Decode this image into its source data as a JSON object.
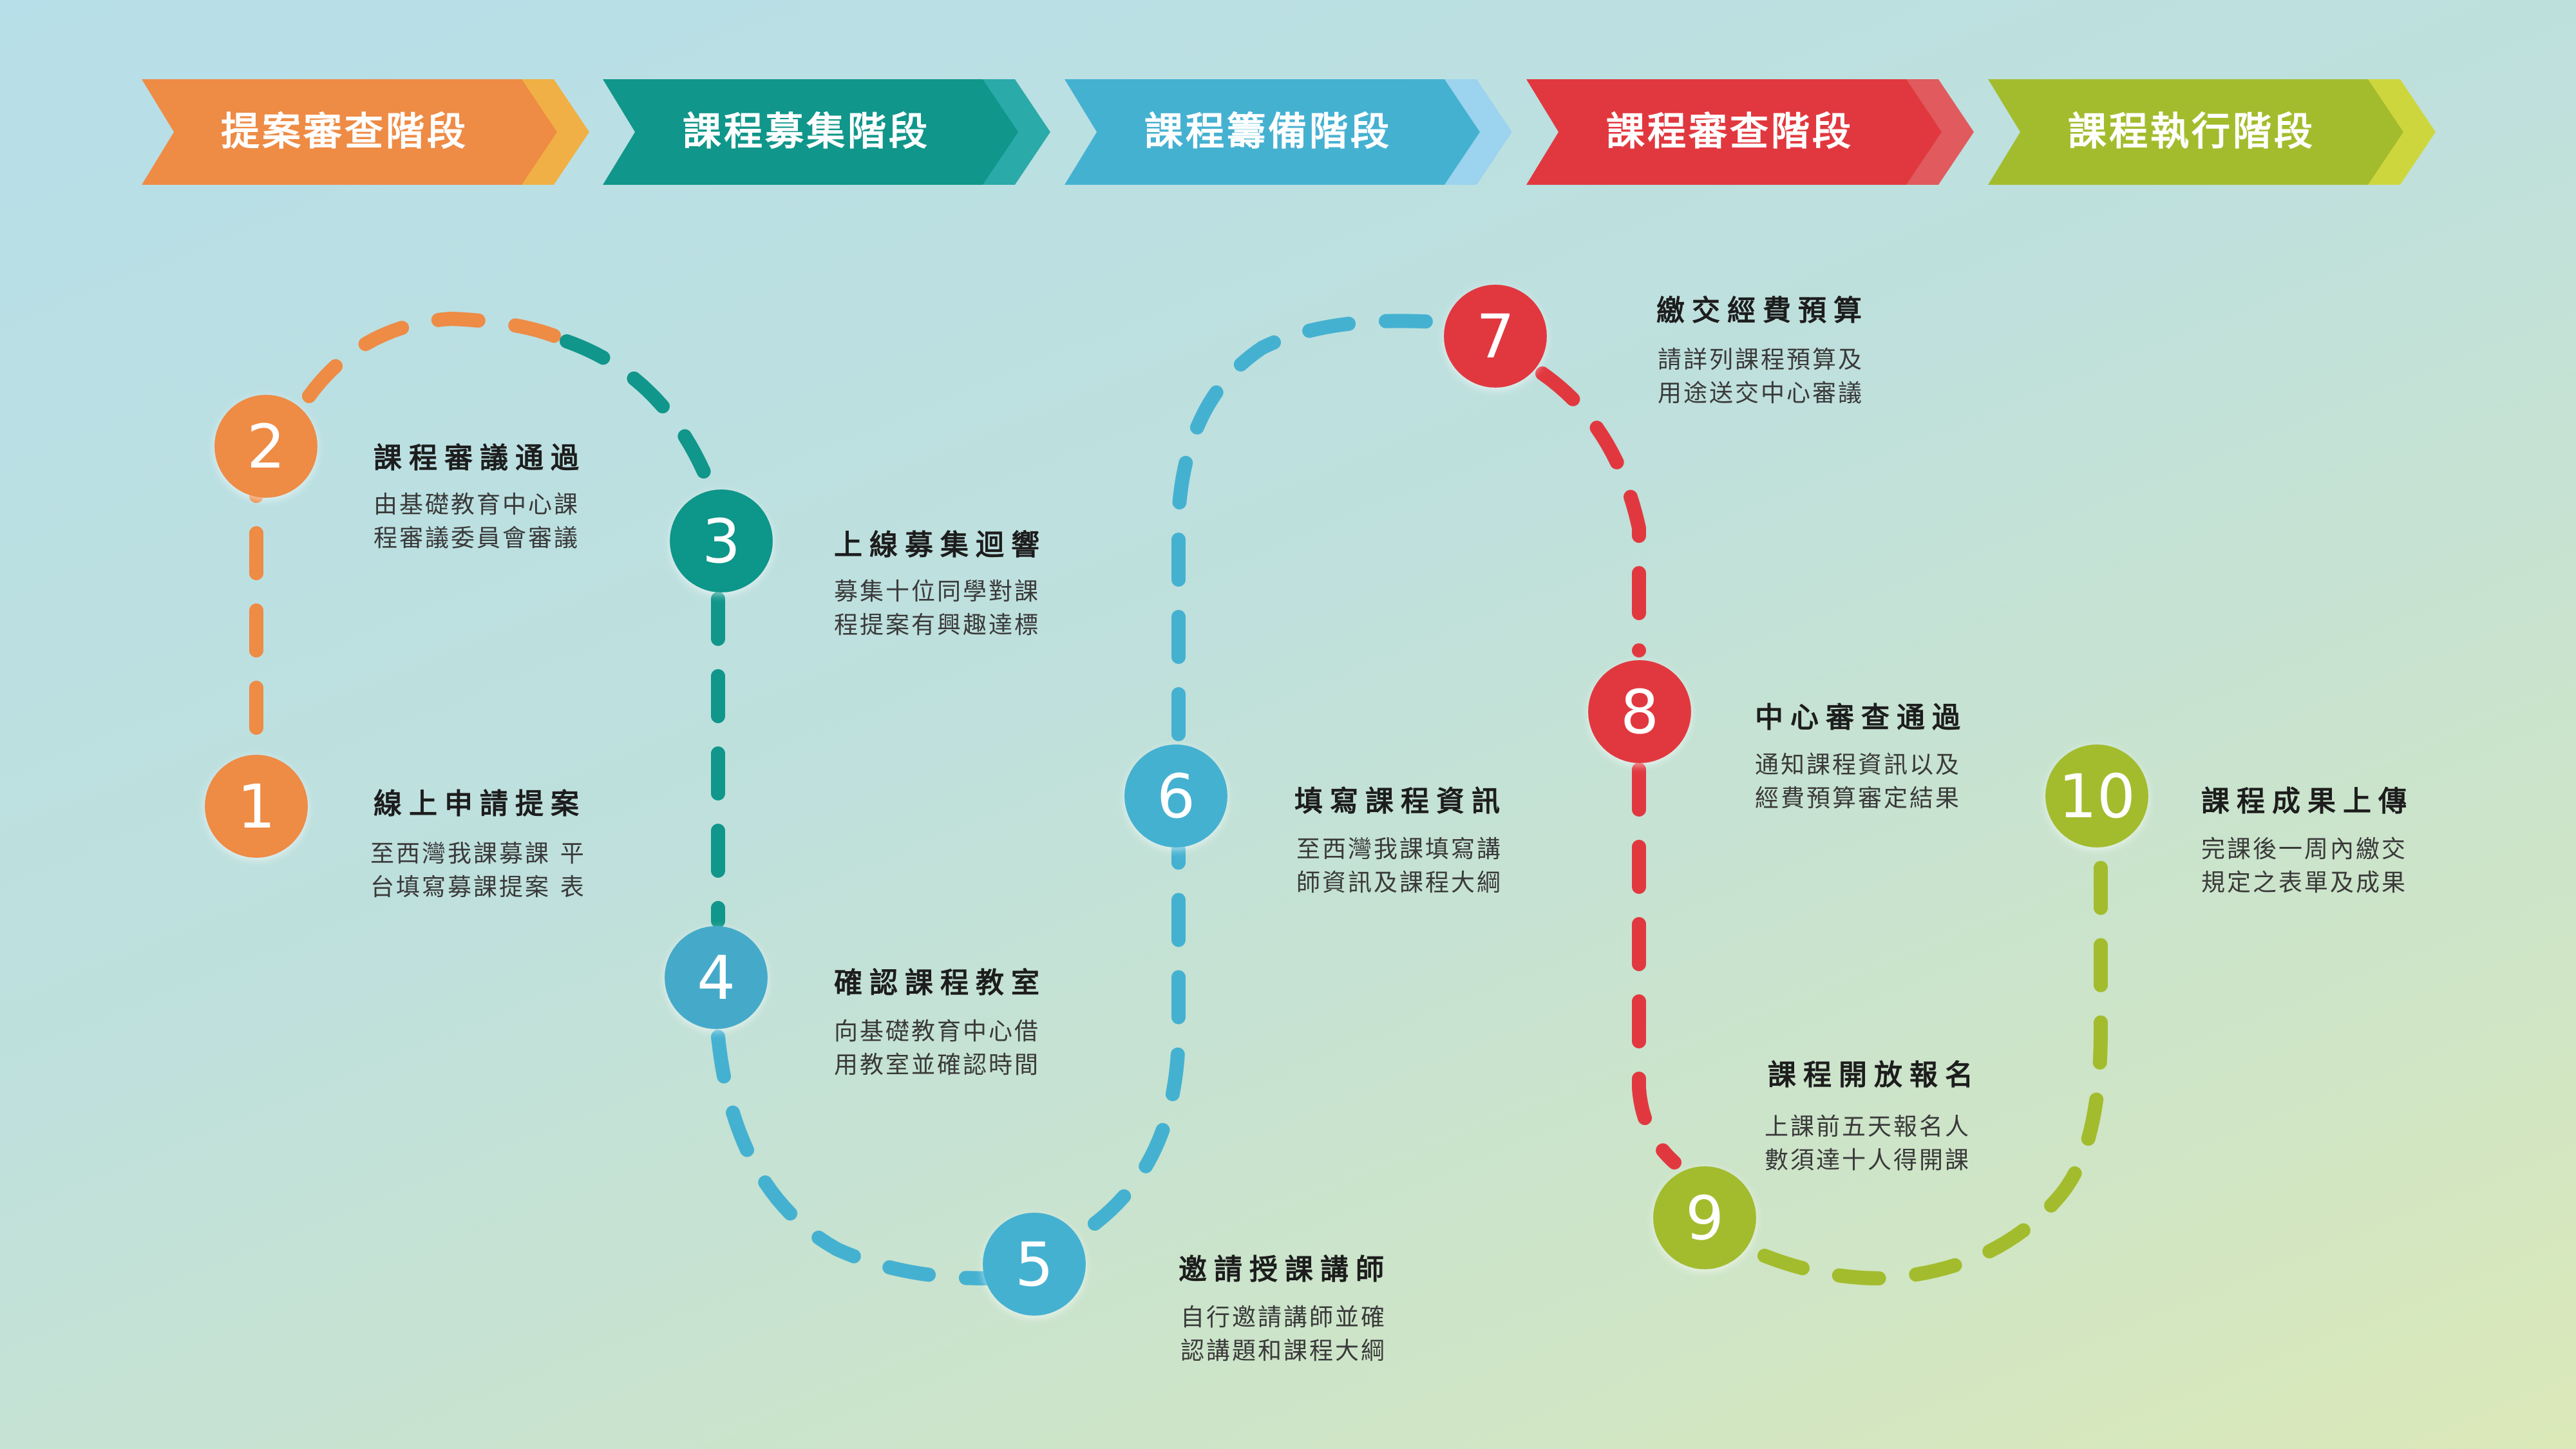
{
  "stages": [
    {
      "label": "提案審查階段",
      "color": "#ee8b45",
      "accent": "#f0b045"
    },
    {
      "label": "課程募集階段",
      "color": "#10968a",
      "accent": "#2aaaa8"
    },
    {
      "label": "課程籌備階段",
      "color": "#45b1d1",
      "accent": "#9cd3ee"
    },
    {
      "label": "課程審查階段",
      "color": "#e1383f",
      "accent": "#e05a5e"
    },
    {
      "label": "課程執行階段",
      "color": "#a3bc2d",
      "accent": "#ced63e"
    }
  ],
  "steps": [
    {
      "num": "1",
      "title": "線上申請提案",
      "desc1": "至西灣我課募課 平",
      "desc2": "台填寫募課提案 表",
      "color": "#ee8b45"
    },
    {
      "num": "2",
      "title": "課程審議通過",
      "desc1": "由基礎教育中心課",
      "desc2": "程審議委員會審議",
      "color": "#ee8b45"
    },
    {
      "num": "3",
      "title": "上線募集迴響",
      "desc1": "募集十位同學對課",
      "desc2": "程提案有興趣達標",
      "color": "#10968a"
    },
    {
      "num": "4",
      "title": "確認課程教室",
      "desc1": "向基礎教育中心借",
      "desc2": "用教室並確認時間",
      "color": "#45b1d1"
    },
    {
      "num": "5",
      "title": "邀請授課講師",
      "desc1": "自行邀請講師並確",
      "desc2": "認講題和課程大綱",
      "color": "#45b1d1"
    },
    {
      "num": "6",
      "title": "填寫課程資訊",
      "desc1": "至西灣我課填寫講",
      "desc2": "師資訊及課程大綱",
      "color": "#45b1d1"
    },
    {
      "num": "7",
      "title": "繳交經費預算",
      "desc1": "請詳列課程預算及",
      "desc2": "用途送交中心審議",
      "color": "#e1383f"
    },
    {
      "num": "8",
      "title": "中心審查通過",
      "desc1": "通知課程資訊以及",
      "desc2": "經費預算審定結果",
      "color": "#e1383f"
    },
    {
      "num": "9",
      "title": "課程開放報名",
      "desc1": "上課前五天報名人",
      "desc2": "數須達十人得開課",
      "color": "#a3bc2d"
    },
    {
      "num": "10",
      "title": "課程成果上傳",
      "desc1": "完課後一周內繳交",
      "desc2": "規定之表單及成果",
      "color": "#a3bc2d"
    }
  ]
}
